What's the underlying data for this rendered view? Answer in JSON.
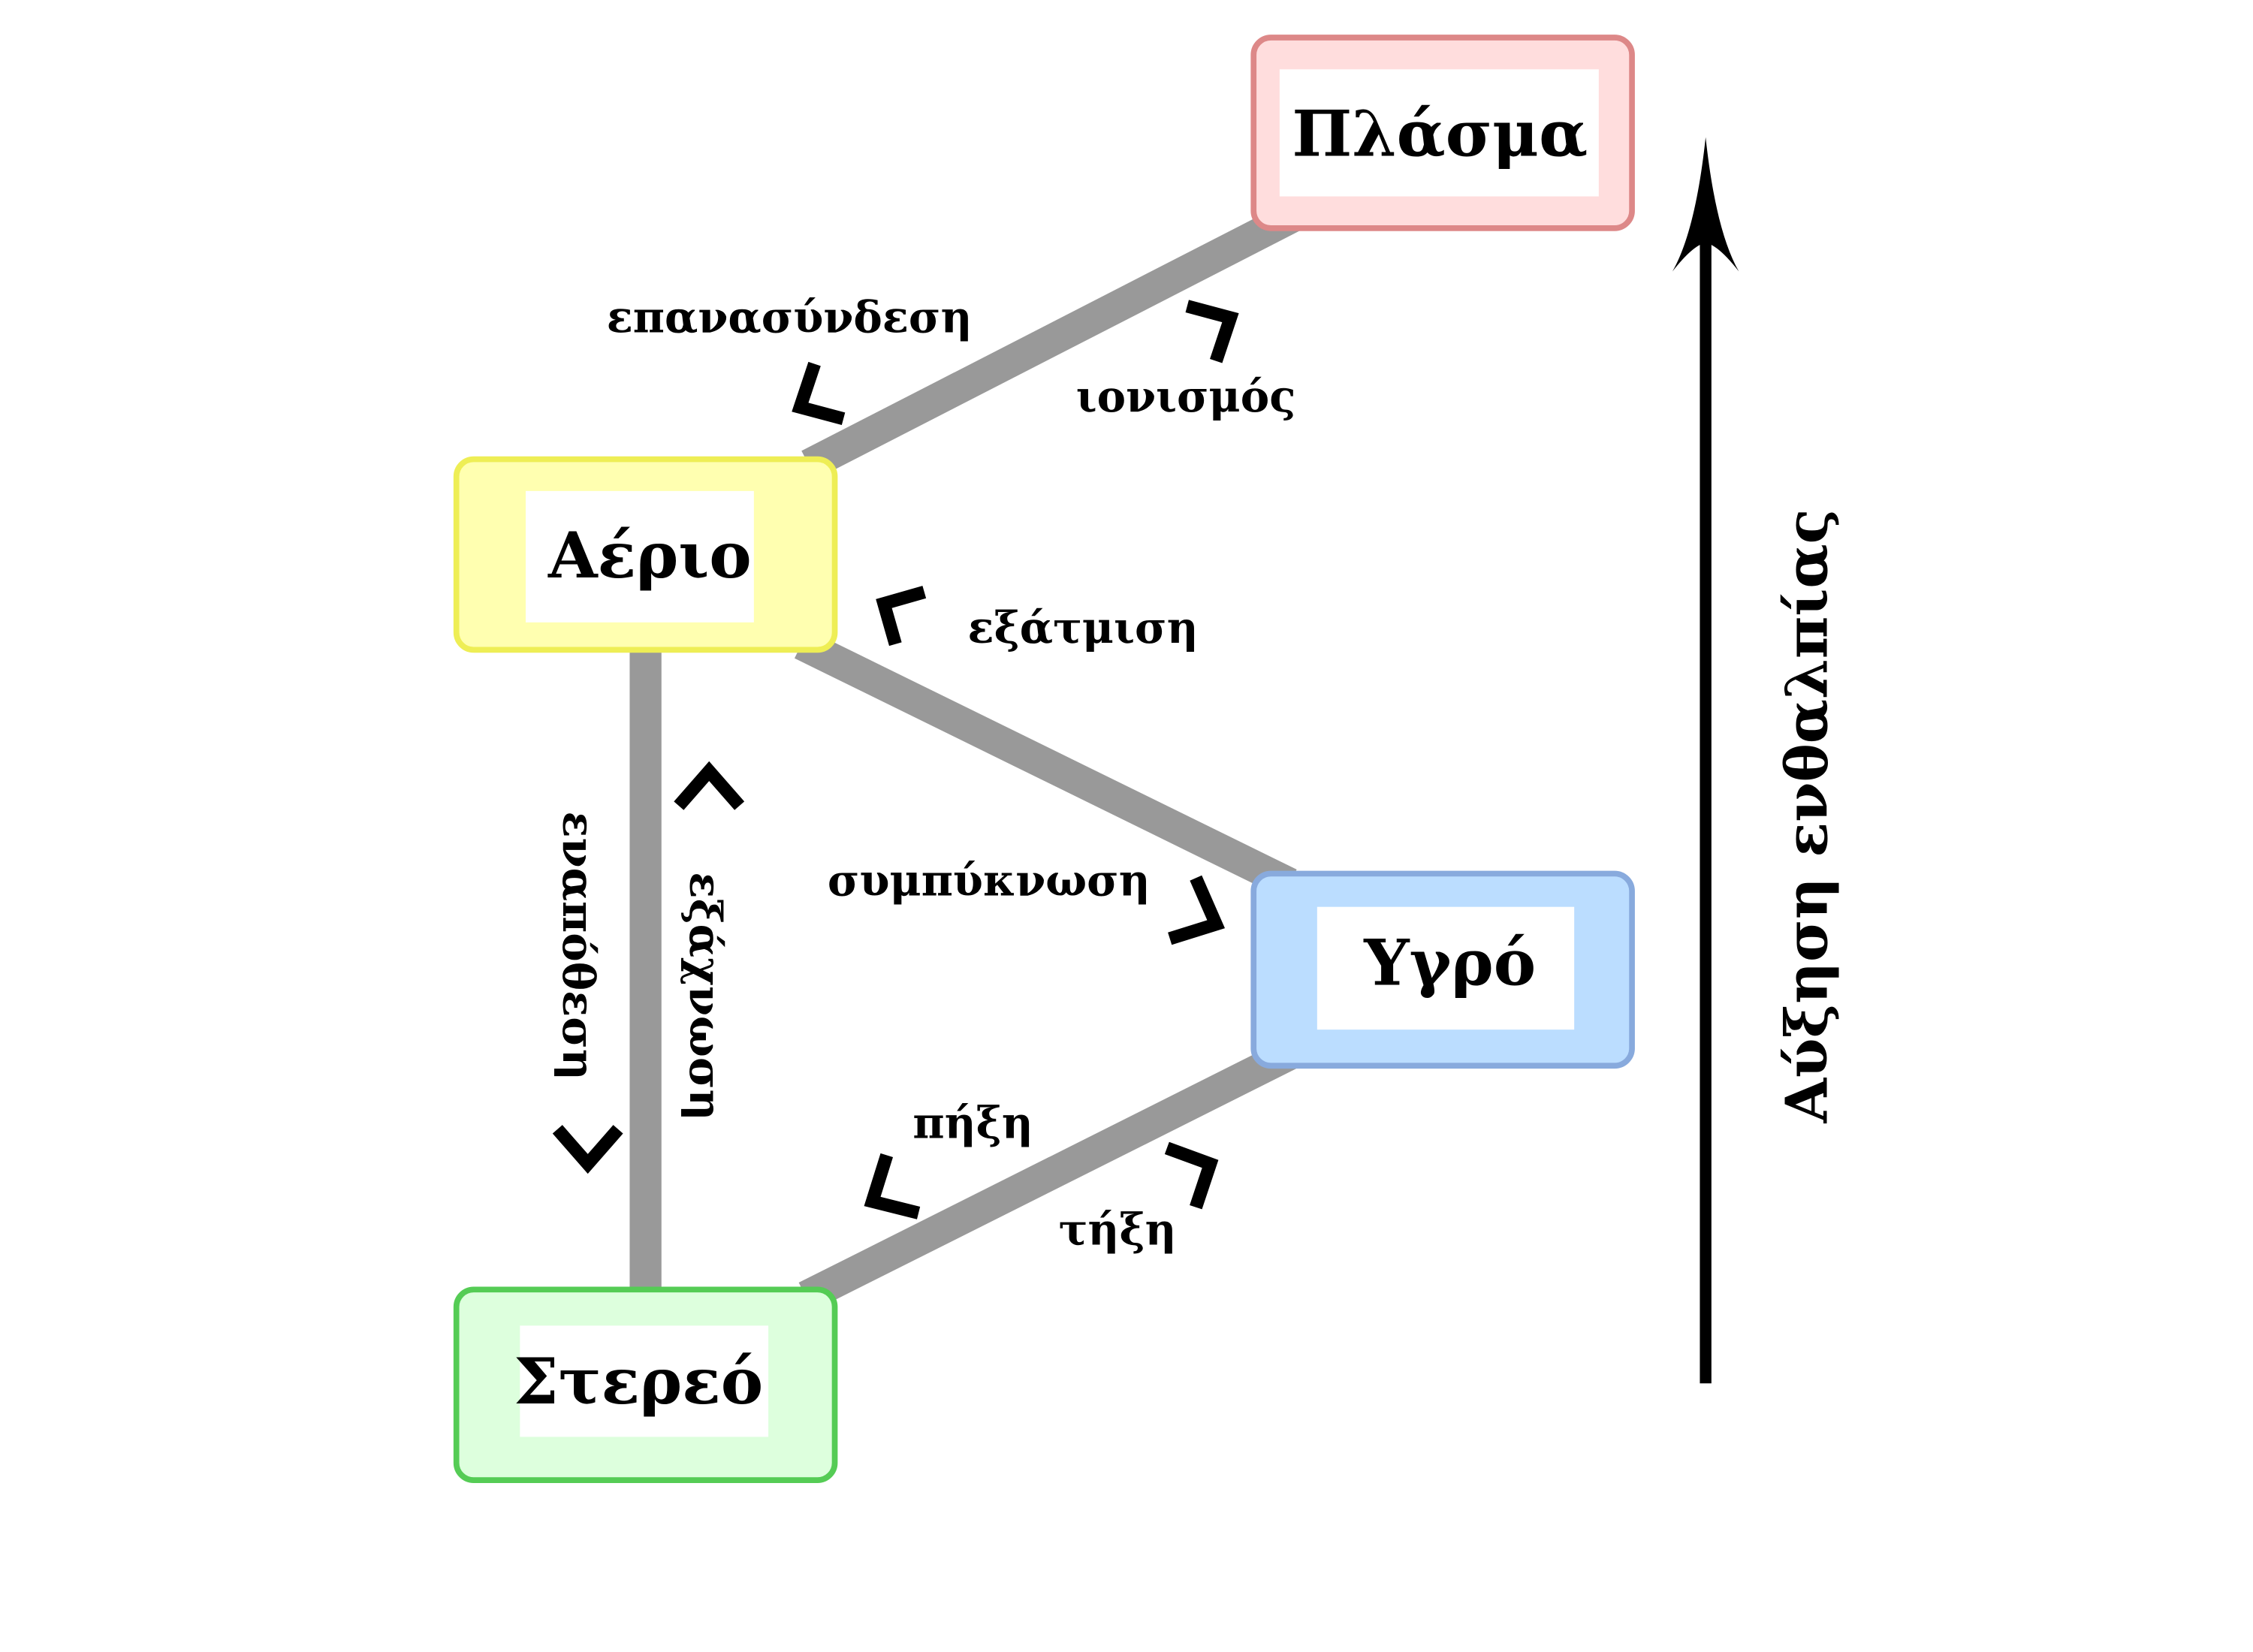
{
  "states": {
    "plasma": {
      "label": "Πλάσμα",
      "fill": "#ffdddd",
      "stroke": "#dd8888"
    },
    "gas": {
      "label": "Αέριο",
      "fill": "#ffffb0",
      "stroke": "#eeee55"
    },
    "liquid": {
      "label": "Υγρό",
      "fill": "#bbddff",
      "stroke": "#88aadd"
    },
    "solid": {
      "label": "Στερεό",
      "fill": "#ddffdd",
      "stroke": "#55cc55"
    }
  },
  "transitions": {
    "recombination": "επανασύνδεση",
    "ionization": "ιονισμός",
    "evaporation": "εξάτμιση",
    "condensation": "συμπύκνωση",
    "deposition": "εναπόθεση",
    "sublimation": "εξάχνωση",
    "freezing": "πήξη",
    "melting": "τήξη"
  },
  "axis": {
    "label": "Αύξηση ενθαλπίας"
  },
  "colors": {
    "edge": "#999999",
    "arrow": "#000000"
  }
}
